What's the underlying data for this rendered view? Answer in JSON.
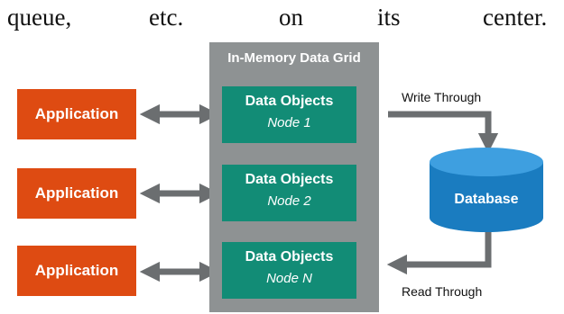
{
  "caption": {
    "words": [
      "queue,",
      "etc.",
      "on",
      "its",
      "center."
    ]
  },
  "grid": {
    "title": "In-Memory Data Grid"
  },
  "applications": [
    {
      "label": "Application"
    },
    {
      "label": "Application"
    },
    {
      "label": "Application"
    }
  ],
  "nodes": [
    {
      "title": "Data Objects",
      "subtitle": "Node 1"
    },
    {
      "title": "Data Objects",
      "subtitle": "Node 2"
    },
    {
      "title": "Data Objects",
      "subtitle": "Node N"
    }
  ],
  "database": {
    "label": "Database"
  },
  "flows": {
    "write": "Write Through",
    "read": "Read Through"
  },
  "colors": {
    "application": "#de4b12",
    "grid": "#8e9293",
    "node": "#128c76",
    "database": "#1a7cc0",
    "arrow": "#6b6e70"
  }
}
